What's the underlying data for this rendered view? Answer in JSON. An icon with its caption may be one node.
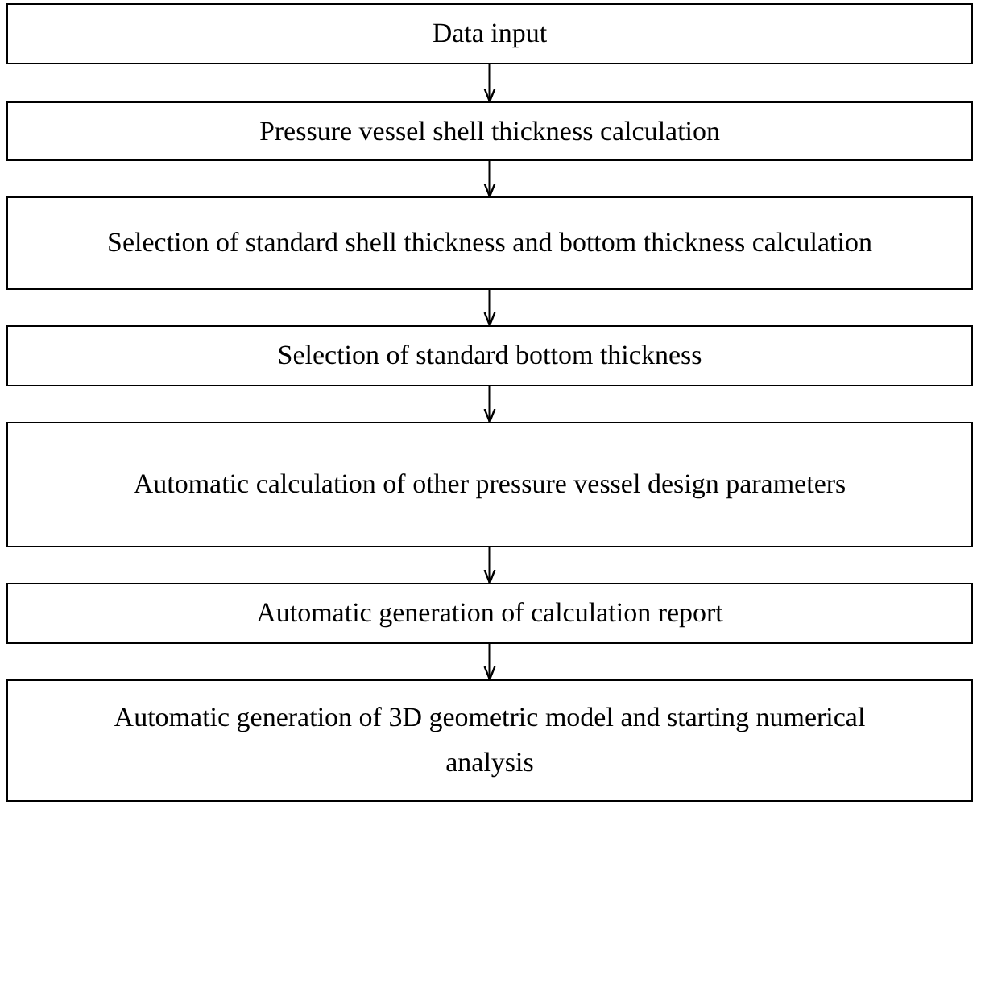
{
  "diagram": {
    "nodes": [
      {
        "text": [
          "Data input"
        ]
      },
      {
        "text": [
          "Pressure vessel shell thickness calculation"
        ]
      },
      {
        "text": [
          "Selection of standard shell thickness and bottom thickness calculation"
        ]
      },
      {
        "text": [
          "Selection of standard bottom thickness"
        ]
      },
      {
        "text": [
          "Automatic calculation of other pressure vessel design parameters"
        ]
      },
      {
        "text": [
          "Automatic generation of calculation report"
        ]
      },
      {
        "text": [
          "Automatic generation of 3D geometric model and starting numerical analysis"
        ]
      }
    ],
    "edges": [
      {
        "from": 0,
        "to": 1,
        "arrow": "to"
      },
      {
        "from": 1,
        "to": 2,
        "arrow": "to"
      },
      {
        "from": 2,
        "to": 3,
        "arrow": "to"
      },
      {
        "from": 3,
        "to": 4,
        "arrow": "to"
      },
      {
        "from": 4,
        "to": 5,
        "arrow": "to"
      },
      {
        "from": 5,
        "to": 6,
        "arrow": "to"
      }
    ]
  }
}
